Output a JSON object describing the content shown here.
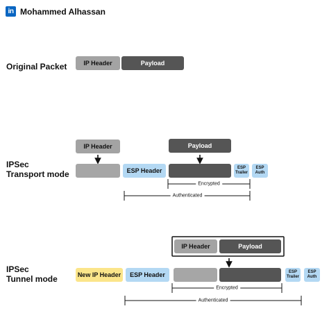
{
  "header": {
    "logo_text": "in",
    "author": "Mohammed Alhassan",
    "brand_color": "#0a66c2"
  },
  "original": {
    "label": "Original Packet",
    "ip_header": "IP Header",
    "payload": "Payload"
  },
  "transport": {
    "label_line1": "IPSec",
    "label_line2": "Transport mode",
    "ip_header": "IP Header",
    "payload": "Payload",
    "esp_header": "ESP Header",
    "esp_trailer_1": "ESP",
    "esp_trailer_2": "Trailer",
    "esp_auth_1": "ESP",
    "esp_auth_2": "Auth",
    "encrypted": "Encrypted",
    "authenticated": "Authenticated"
  },
  "tunnel": {
    "label_line1": "IPSec",
    "label_line2": "Tunnel mode",
    "ip_header": "IP Header",
    "payload": "Payload",
    "new_ip_header": "New IP Header",
    "esp_header": "ESP Header",
    "esp_trailer_1": "ESP",
    "esp_trailer_2": "Trailer",
    "esp_auth_1": "ESP",
    "esp_auth_2": "Auth",
    "encrypted": "Encrypted",
    "authenticated": "Authenticated"
  },
  "colors": {
    "ip_header": "#a6a6a6",
    "payload": "#555555",
    "esp": "#b3d8f3",
    "new_ip_header": "#fbe58a"
  }
}
